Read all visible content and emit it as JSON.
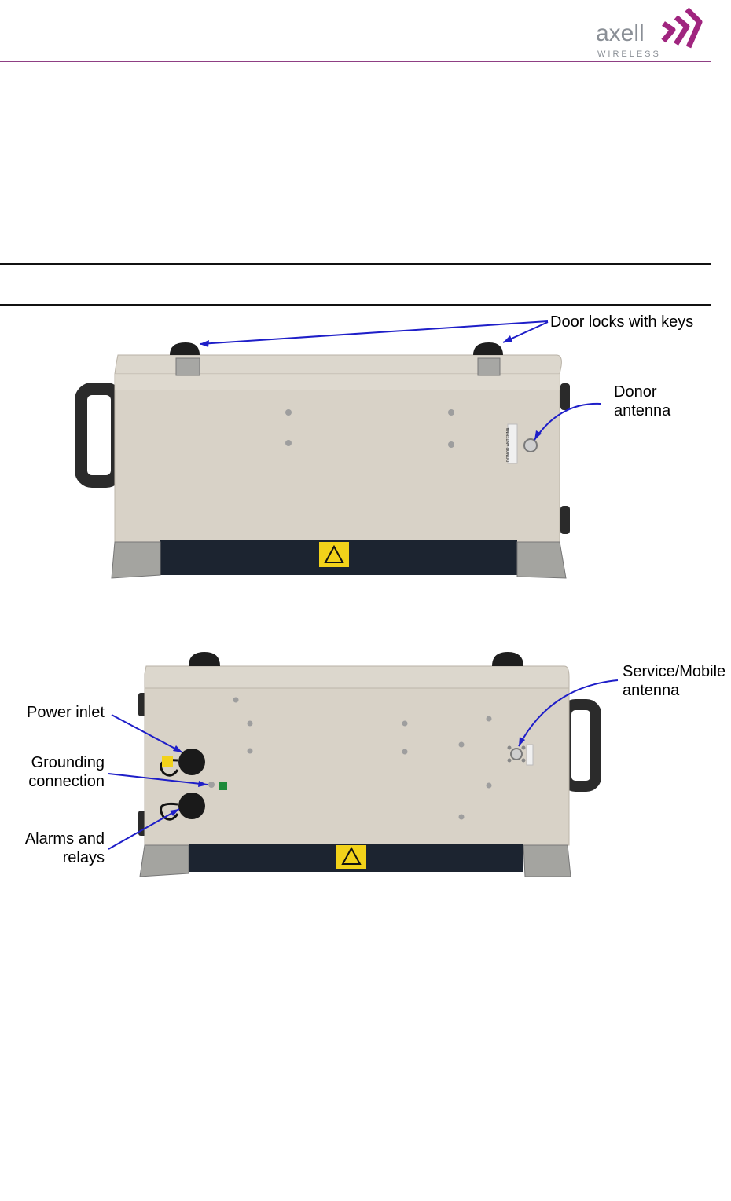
{
  "header": {
    "logo_text": "axell",
    "logo_subtext": "WIRELESS"
  },
  "colors": {
    "brand_magenta": "#a0257f",
    "rule_purple": "#8f3f84",
    "arrow_blue": "#1e1ec8",
    "enclosure": "#d8d2c7",
    "base_dark": "#1c2430",
    "warning_yellow": "#f2d21a"
  },
  "figure_front": {
    "callouts": {
      "door_locks": "Door locks with keys",
      "donor_antenna": "Donor\nantenna"
    },
    "panel_label": "DONOR ANTENNA"
  },
  "figure_back": {
    "callouts": {
      "service_antenna": "Service/Mobile\nantenna",
      "power_inlet": "Power inlet",
      "grounding": "Grounding\nconnection",
      "alarms": "Alarms and\nrelays"
    }
  }
}
